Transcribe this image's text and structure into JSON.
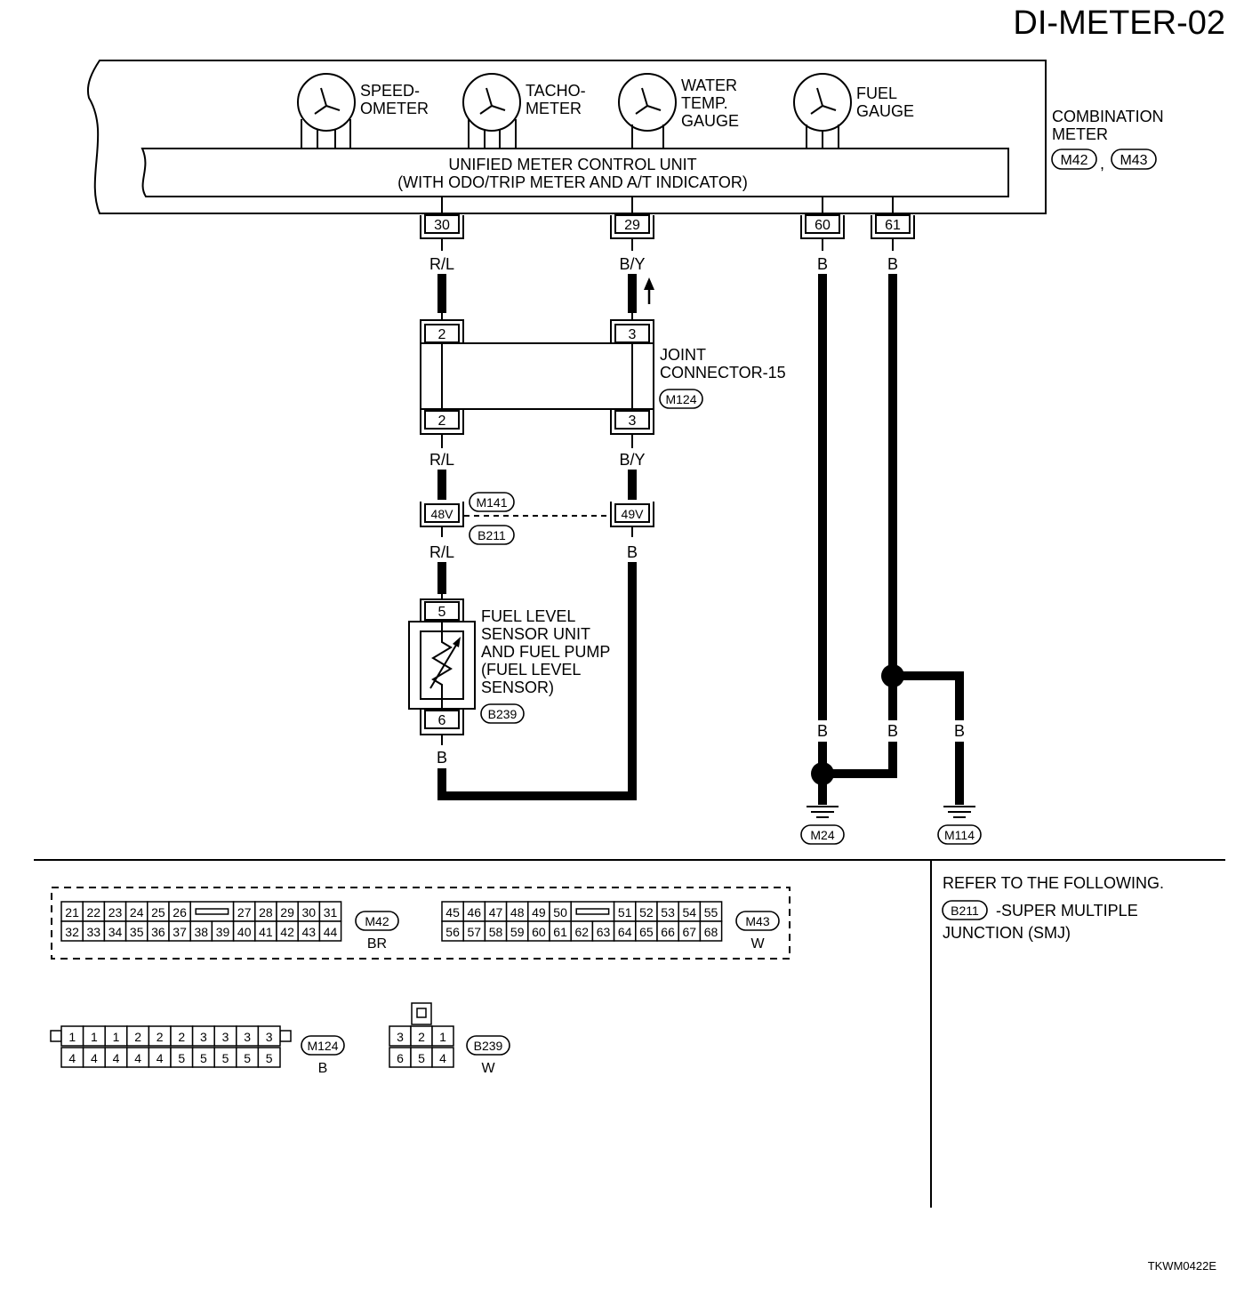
{
  "title": "DI-METER-02",
  "figure_code": "TKWM0422E",
  "combination_meter": {
    "label_line1": "COMBINATION",
    "label_line2": "METER",
    "connector_1": "M42",
    "separator": ",",
    "connector_2": "M43",
    "unit_line1": "UNIFIED METER CONTROL UNIT",
    "unit_line2": "(WITH ODO/TRIP METER AND A/T INDICATOR)"
  },
  "gauges": [
    {
      "line1": "SPEED-",
      "line2": "OMETER",
      "line3": ""
    },
    {
      "line1": "TACHO-",
      "line2": "METER",
      "line3": ""
    },
    {
      "line1": "WATER",
      "line2": "TEMP.",
      "line3": "GAUGE"
    },
    {
      "line1": "FUEL",
      "line2": "GAUGE",
      "line3": ""
    }
  ],
  "terminals": {
    "t30": "30",
    "t29": "29",
    "t60": "60",
    "t61": "61"
  },
  "wire_colors": {
    "rl": "R/L",
    "by": "B/Y",
    "b": "B"
  },
  "joint_connector": {
    "line1": "JOINT",
    "line2": "CONNECTOR-15",
    "code": "M124",
    "pin_left": "2",
    "pin_right": "3"
  },
  "smj": {
    "pin_left": "48V",
    "pin_right": "49V",
    "code_top": "M141",
    "code_bottom": "B211"
  },
  "fuel_sensor": {
    "line1": "FUEL LEVEL",
    "line2": "SENSOR UNIT",
    "line3": "AND FUEL PUMP",
    "line4": "(FUEL LEVEL",
    "line5": " SENSOR)",
    "code": "B239",
    "pin_top": "5",
    "pin_bottom": "6"
  },
  "grounds": {
    "g1": "M24",
    "g2": "M114"
  },
  "connectors": {
    "m42": {
      "code": "M42",
      "color": "BR",
      "row1": [
        "21",
        "22",
        "23",
        "24",
        "25",
        "26",
        "27",
        "28",
        "29",
        "30",
        "31"
      ],
      "row2": [
        "32",
        "33",
        "34",
        "35",
        "36",
        "37",
        "38",
        "39",
        "40",
        "41",
        "42",
        "43",
        "44"
      ]
    },
    "m43": {
      "code": "M43",
      "color": "W",
      "row1": [
        "45",
        "46",
        "47",
        "48",
        "49",
        "50",
        "51",
        "52",
        "53",
        "54",
        "55"
      ],
      "row2": [
        "56",
        "57",
        "58",
        "59",
        "60",
        "61",
        "62",
        "63",
        "64",
        "65",
        "66",
        "67",
        "68"
      ]
    },
    "m124": {
      "code": "M124",
      "color": "B",
      "row1": [
        "1",
        "1",
        "1",
        "2",
        "2",
        "2",
        "3",
        "3",
        "3",
        "3"
      ],
      "row2": [
        "4",
        "4",
        "4",
        "4",
        "4",
        "5",
        "5",
        "5",
        "5",
        "5"
      ]
    },
    "b239": {
      "code": "B239",
      "color": "W",
      "row1": [
        "3",
        "2",
        "1"
      ],
      "row2": [
        "6",
        "5",
        "4"
      ]
    }
  },
  "refer": {
    "heading": "REFER TO THE FOLLOWING.",
    "code": "B211",
    "text1": "-SUPER MULTIPLE",
    "text2": "JUNCTION (SMJ)"
  }
}
